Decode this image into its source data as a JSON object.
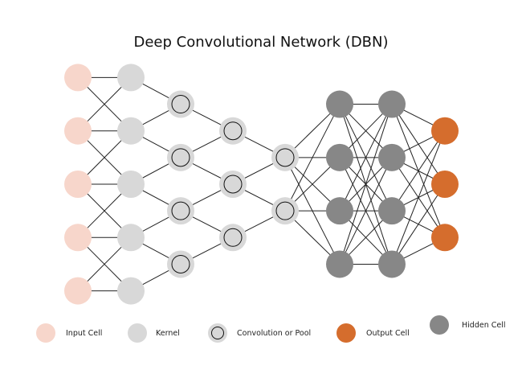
{
  "title": "Deep Convolutional Network (DBN)",
  "colors": {
    "input": "#f7d6cb",
    "kernel": "#d8d8d8",
    "conv_ring": "#d8d8d8",
    "conv_inner": "#d8d8d8",
    "hidden": "#878787",
    "output": "#d56d2d",
    "edge": "#222222"
  },
  "layers": [
    {
      "name": "input",
      "type": "input",
      "count": 5
    },
    {
      "name": "kernel",
      "type": "kernel",
      "count": 5
    },
    {
      "name": "conv1",
      "type": "conv",
      "count": 4
    },
    {
      "name": "conv2",
      "type": "conv",
      "count": 3
    },
    {
      "name": "conv3",
      "type": "conv",
      "count": 2
    },
    {
      "name": "hidden1",
      "type": "hidden",
      "count": 4
    },
    {
      "name": "hidden2",
      "type": "hidden",
      "count": 4
    },
    {
      "name": "output",
      "type": "output",
      "count": 3
    }
  ],
  "connections": [
    {
      "from": "input",
      "to": "kernel",
      "pattern": "neighbors"
    },
    {
      "from": "kernel",
      "to": "conv1",
      "pattern": "pair"
    },
    {
      "from": "conv1",
      "to": "conv2",
      "pattern": "pair"
    },
    {
      "from": "conv2",
      "to": "conv3",
      "pattern": "pair"
    },
    {
      "from": "conv3",
      "to": "hidden1",
      "pattern": "full"
    },
    {
      "from": "hidden1",
      "to": "hidden2",
      "pattern": "full"
    },
    {
      "from": "hidden2",
      "to": "output",
      "pattern": "full"
    }
  ],
  "legend": [
    {
      "type": "input",
      "label": "Input Cell"
    },
    {
      "type": "kernel",
      "label": "Kernel"
    },
    {
      "type": "conv",
      "label": "Convolution or Pool"
    },
    {
      "type": "output",
      "label": "Output Cell"
    },
    {
      "type": "hidden",
      "label": "Hidden Cell"
    }
  ]
}
